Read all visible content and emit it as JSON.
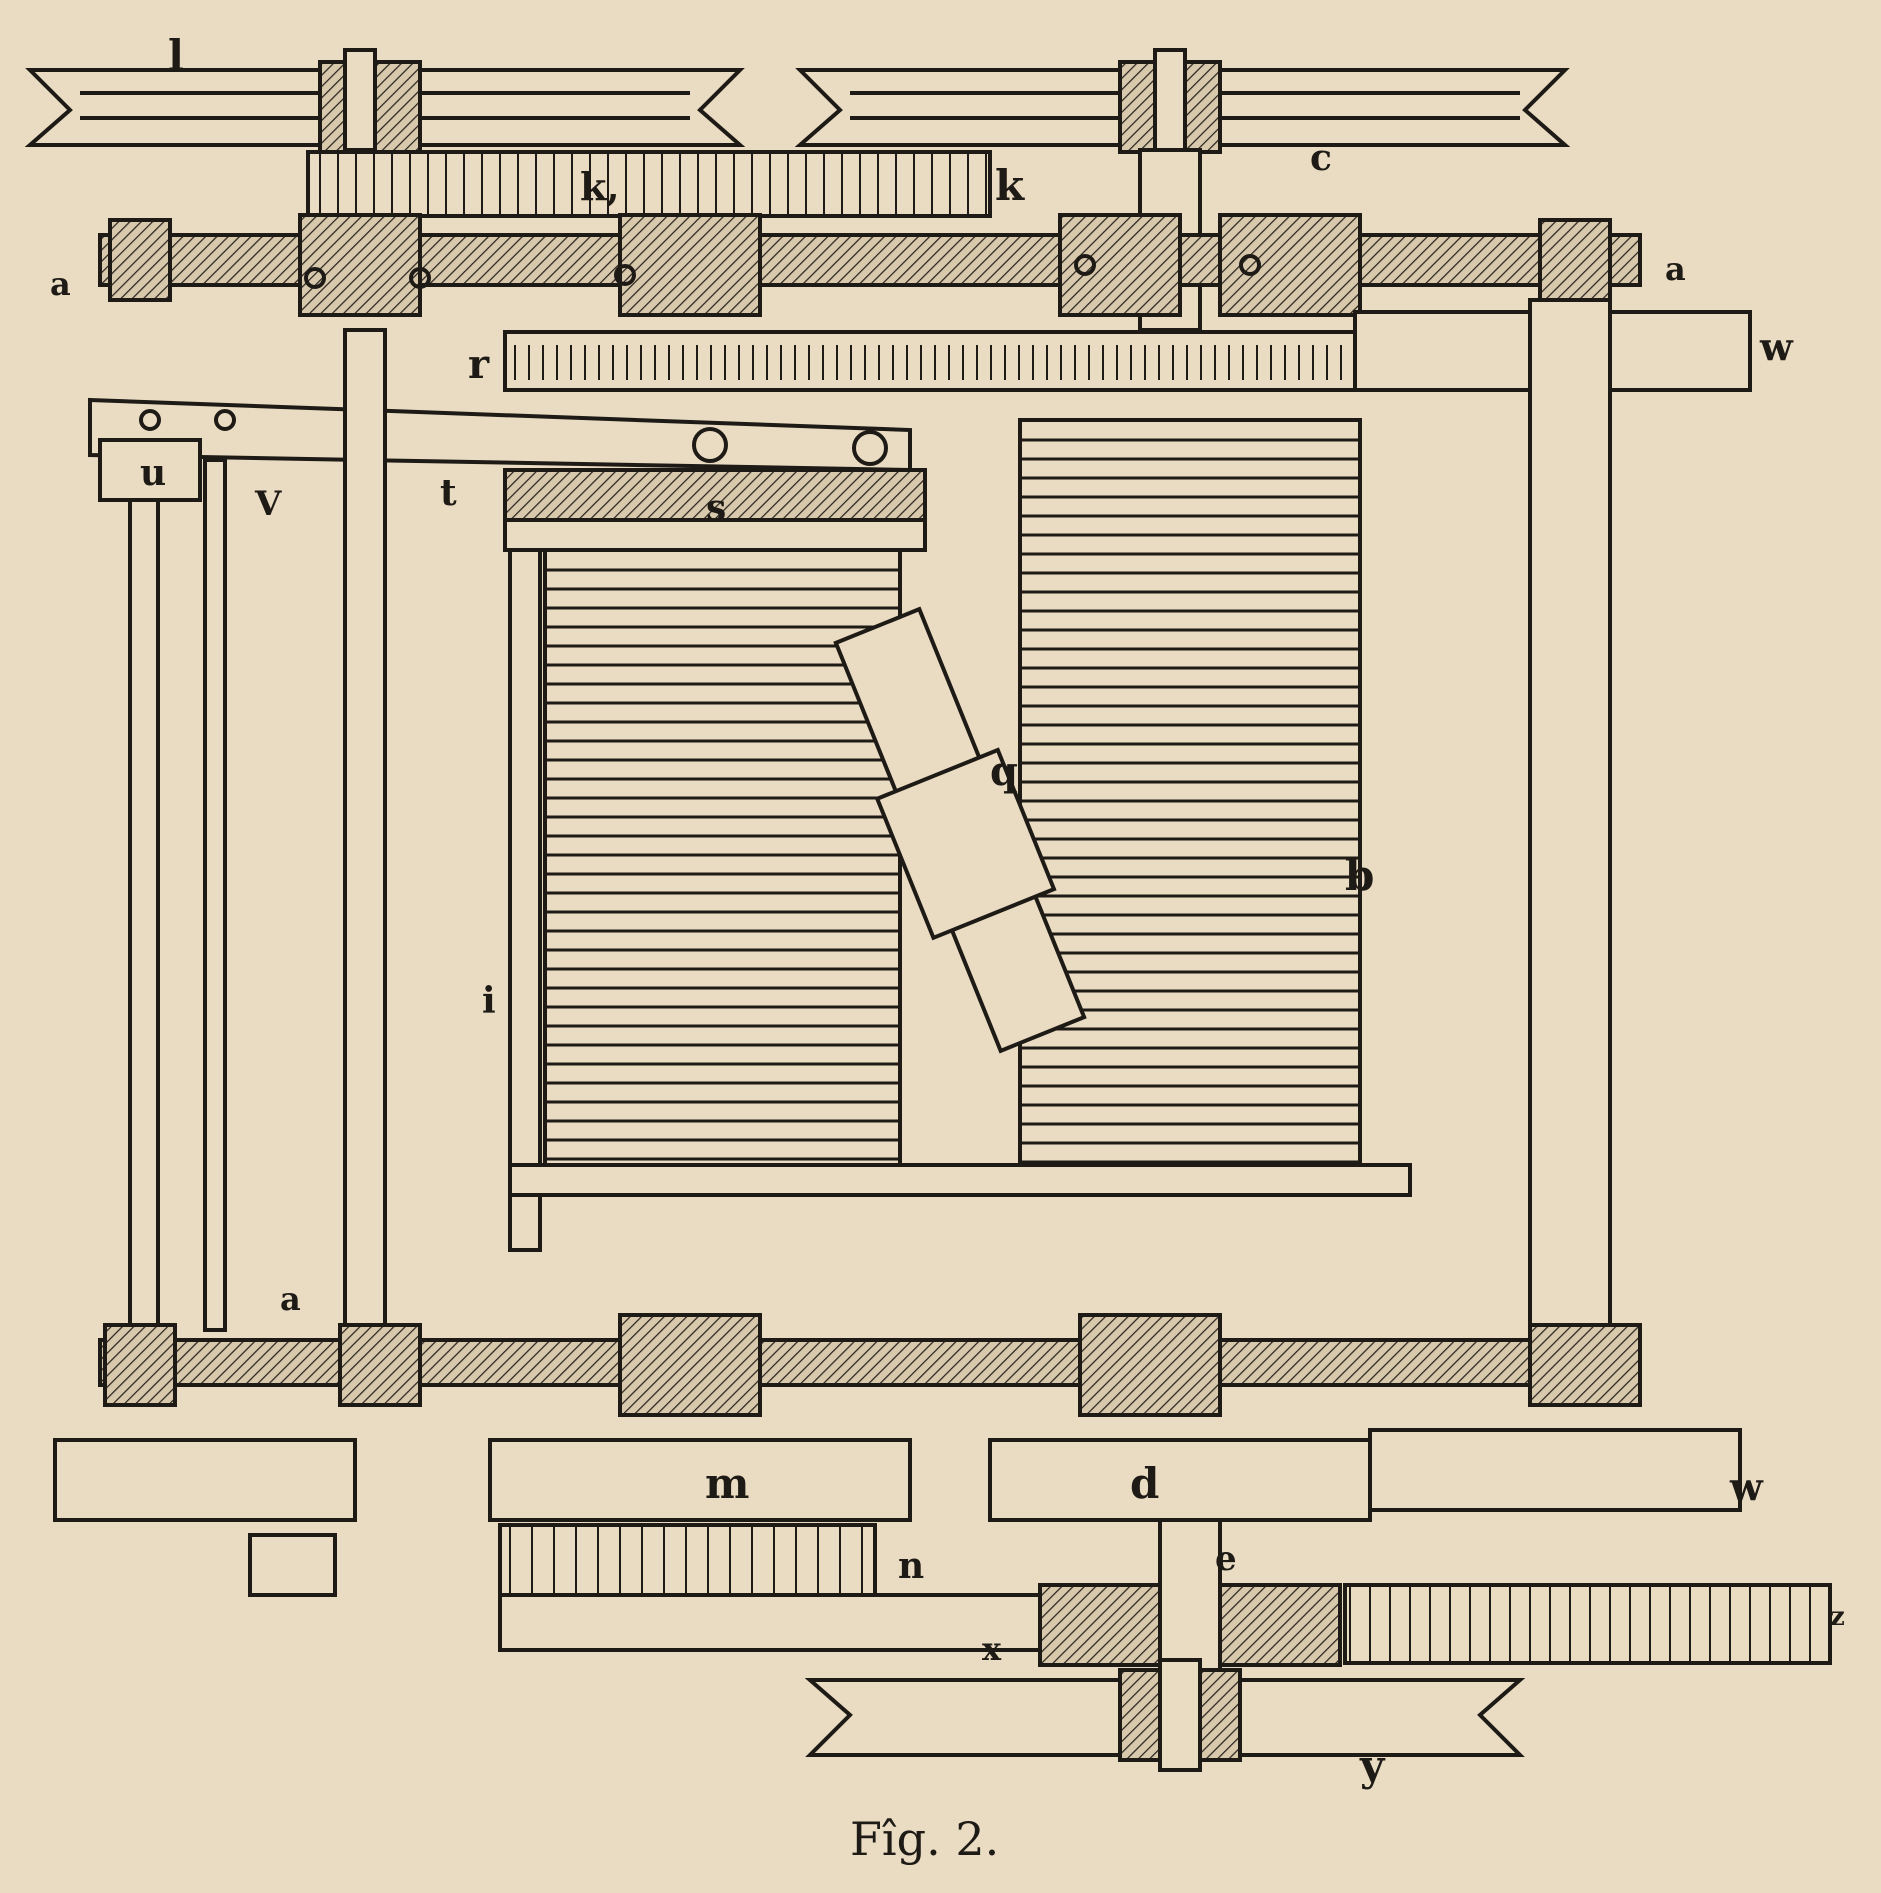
{
  "figure": {
    "caption": "Fîg. 2.",
    "labels": {
      "l": "l",
      "k1": "k,",
      "k": "k",
      "c": "c",
      "a_top_left": "a",
      "a_top_right": "a",
      "w_top": "w",
      "r": "r",
      "u": "u",
      "v": "V",
      "t": "t",
      "s": "s",
      "q": "q",
      "b": "b",
      "i": "i",
      "a_bottom": "a",
      "m": "m",
      "d": "d",
      "w_bottom": "w",
      "n": "n",
      "e": "e",
      "x": "x",
      "z": "z",
      "y": "y"
    }
  },
  "colors": {
    "paper": "#eadcc2",
    "ink": "#1e1a16"
  }
}
